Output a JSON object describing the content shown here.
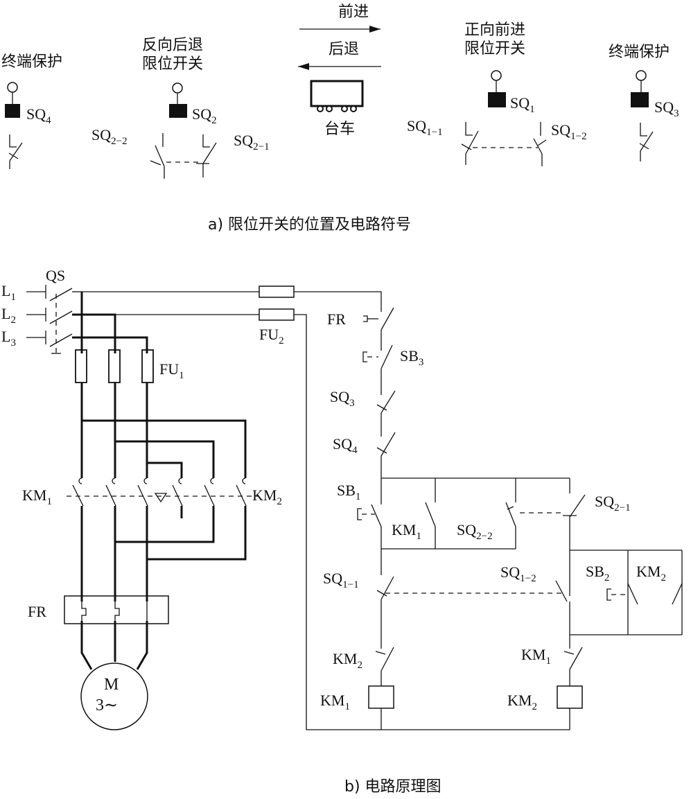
{
  "part_a": {
    "caption": "a) 限位开关的位置及电路符号",
    "arrow_forward_label": "前进",
    "arrow_backward_label": "后退",
    "cart_label": "台车",
    "left_end_label": "终端保护",
    "right_end_label": "终端保护",
    "reverse_limit_label_line1": "反向后退",
    "reverse_limit_label_line2": "限位开关",
    "forward_limit_label_line1": "正向前进",
    "forward_limit_label_line2": "限位开关",
    "sq4": {
      "main": "SQ",
      "sub": "4"
    },
    "sq2": {
      "main": "SQ",
      "sub": "2"
    },
    "sq1": {
      "main": "SQ",
      "sub": "1"
    },
    "sq3": {
      "main": "SQ",
      "sub": "3"
    },
    "sq2_2": {
      "main": "SQ",
      "sub": "2−2"
    },
    "sq2_1": {
      "main": "SQ",
      "sub": "2−1"
    },
    "sq1_1": {
      "main": "SQ",
      "sub": "1−1"
    },
    "sq1_2": {
      "main": "SQ",
      "sub": "1−2"
    }
  },
  "part_b": {
    "caption": "b) 电路原理图",
    "qs": "QS",
    "l1": {
      "main": "L",
      "sub": "1"
    },
    "l2": {
      "main": "L",
      "sub": "2"
    },
    "l3": {
      "main": "L",
      "sub": "3"
    },
    "fu1": {
      "main": "FU",
      "sub": "1"
    },
    "fu2": {
      "main": "FU",
      "sub": "2"
    },
    "km1_main": {
      "main": "KM",
      "sub": "1"
    },
    "km2_main": {
      "main": "KM",
      "sub": "2"
    },
    "fr_main": "FR",
    "motor_m": "M",
    "motor_phase": "3∼",
    "ctrl_fr": "FR",
    "sb3": {
      "main": "SB",
      "sub": "3"
    },
    "sq3": {
      "main": "SQ",
      "sub": "3"
    },
    "sq4": {
      "main": "SQ",
      "sub": "4"
    },
    "sb1": {
      "main": "SB",
      "sub": "1"
    },
    "km1_aux": {
      "main": "KM",
      "sub": "1"
    },
    "sq2_2": {
      "main": "SQ",
      "sub": "2−2"
    },
    "sq2_1": {
      "main": "SQ",
      "sub": "2−1"
    },
    "sq1_1": {
      "main": "SQ",
      "sub": "1−1"
    },
    "sq1_2": {
      "main": "SQ",
      "sub": "1−2"
    },
    "sb2": {
      "main": "SB",
      "sub": "2"
    },
    "km2_aux": {
      "main": "KM",
      "sub": "2"
    },
    "km2_nc": {
      "main": "KM",
      "sub": "2"
    },
    "km1_nc": {
      "main": "KM",
      "sub": "1"
    },
    "km1_coil": {
      "main": "KM",
      "sub": "1"
    },
    "km2_coil": {
      "main": "KM",
      "sub": "2"
    }
  }
}
